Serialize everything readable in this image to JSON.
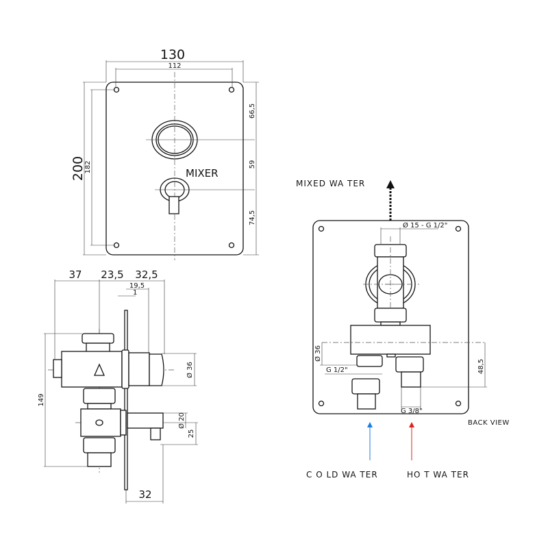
{
  "front_view": {
    "width_overall": "130",
    "width_holes": "112",
    "height_overall": "200",
    "height_holes": "182",
    "dim_top": "66,5",
    "dim_mid": "59",
    "dim_bottom": "74,5",
    "mixer_label": "MIXER"
  },
  "side_view": {
    "dim_37": "37",
    "dim_23_5": "23,5",
    "dim_32_5": "32,5",
    "dim_19_5": "19,5",
    "dim_1": "1",
    "dim_149": "149",
    "dim_d36": "Ø 36",
    "dim_d20": "Ø 20",
    "dim_25": "25",
    "dim_32": "32"
  },
  "back_view": {
    "mixed_water": "MIXED WA TER",
    "outlet_dim": "Ø 15 - G 1/2\"",
    "dim_d36": "Ø 36",
    "g_half": "G 1/2\"",
    "g_3_8": "G 3/8\"",
    "dim_48_5": "48,5",
    "back_view_label": "BACK  VIEW",
    "cold_water": "C O LD WA TER",
    "hot_water": "HO T WA TER",
    "cold_color": "#1a7fe0",
    "hot_color": "#e02020"
  }
}
